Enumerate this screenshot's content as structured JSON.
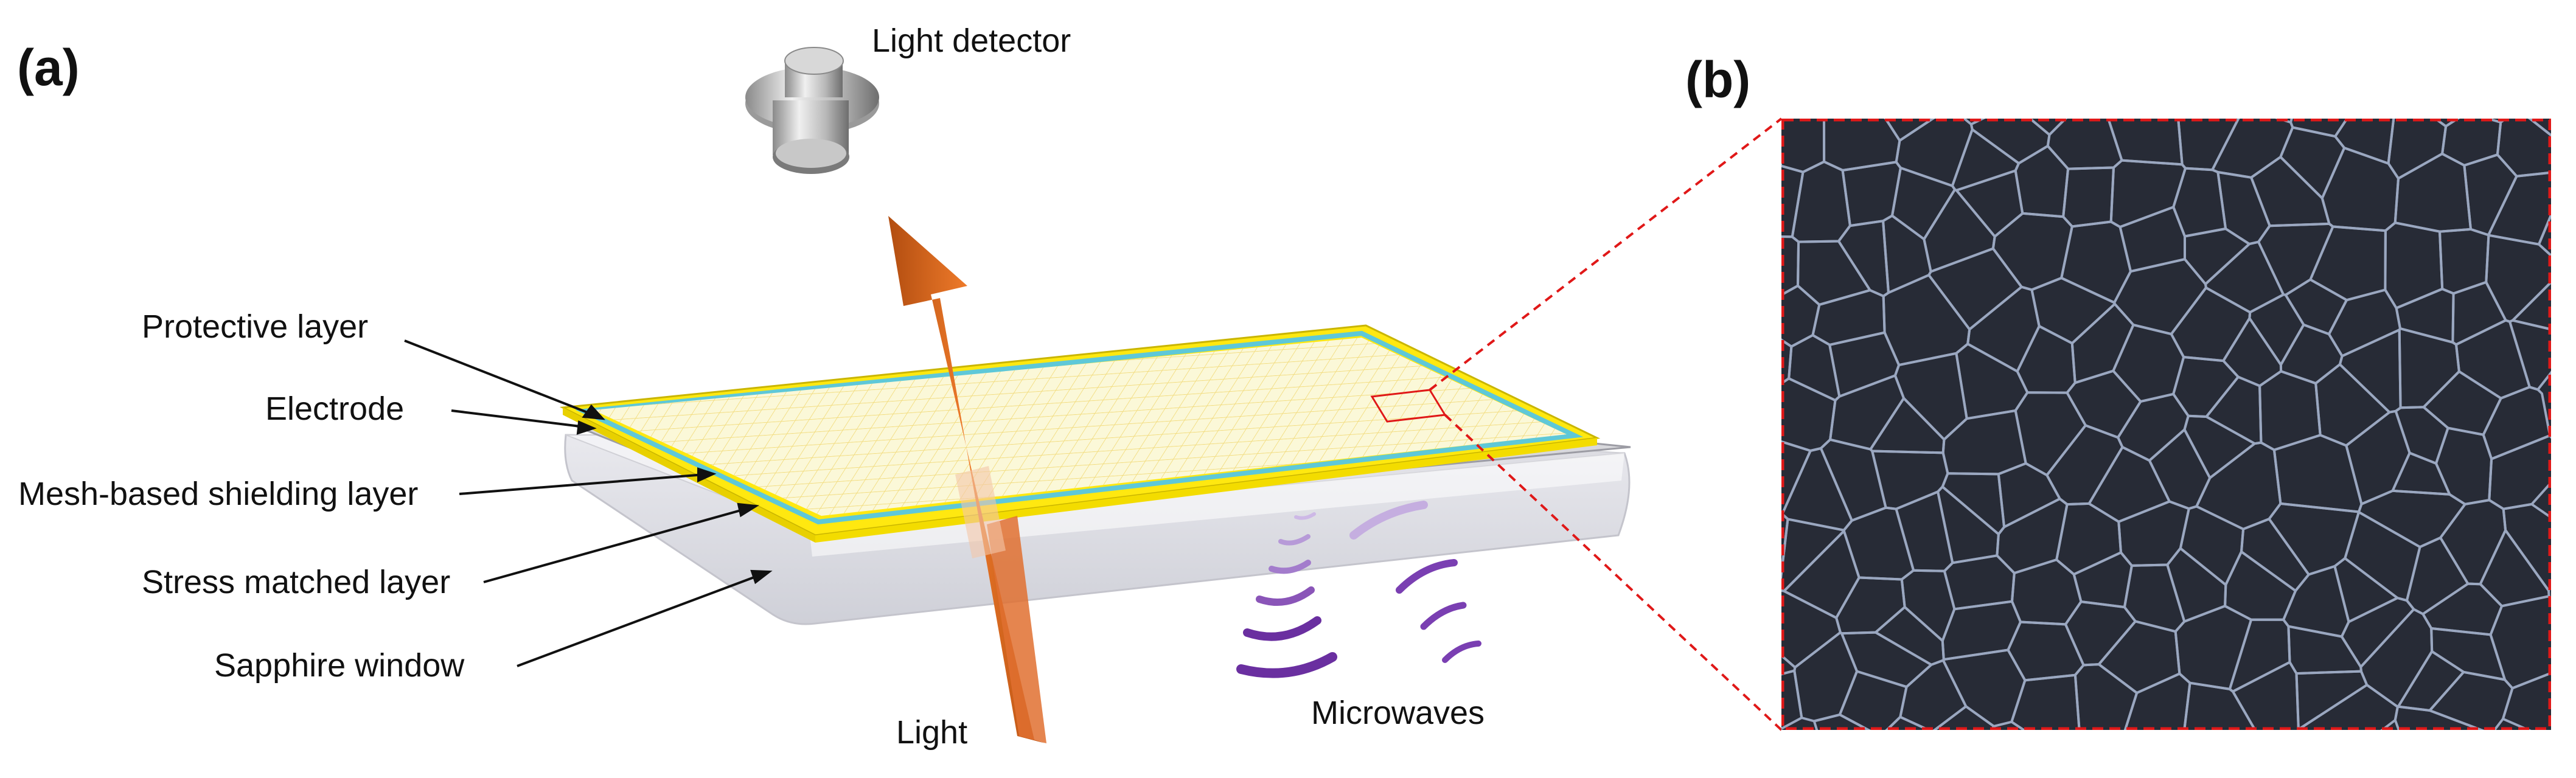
{
  "panel_a": {
    "tag": "(a)",
    "labels": {
      "protective_layer": "Protective layer",
      "electrode": "Electrode",
      "mesh_layer": "Mesh-based shielding layer",
      "stress_layer": "Stress matched layer",
      "sapphire_window": "Sapphire window",
      "light_detector": "Light detector",
      "light": "Light",
      "microwaves": "Microwaves"
    }
  },
  "panel_b": {
    "tag": "(b)"
  },
  "colors": {
    "frame_yellow": "#ffe810",
    "electrode_cyan": "#5ec8d8",
    "mesh_background": "#272b36",
    "mesh_lines": "#9aa7c0",
    "arrow_orange": "#d9651f",
    "microwave_purple": "#6a2fa0",
    "zoom_red": "#e01818"
  }
}
